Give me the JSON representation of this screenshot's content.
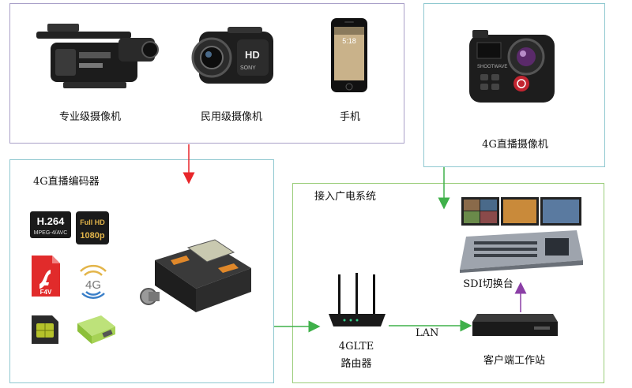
{
  "groups": {
    "cameras": {
      "professional": "专业级摄像机",
      "consumer": "民用级摄像机",
      "phone": "手机"
    },
    "camera_4g": {
      "label": "4G直播摄像机",
      "brand": "SHOOTWAVE"
    },
    "encoder": {
      "title": "4G直播编码器",
      "features": {
        "h264": "H.264",
        "h264_sub": "MPEG-4/AVC",
        "fullhd": "Full HD",
        "fullhd_sub": "1080p",
        "flash": "F4V",
        "signal": "4G"
      }
    },
    "broadcast": {
      "title": "接入广电系统",
      "switcher": "SDI切换台",
      "router_line1": "4GLTE",
      "router_line2": "路由器",
      "lan": "LAN",
      "workstation": "客户端工作站"
    }
  },
  "phone_time": "5:18",
  "camera_hd_badge": "HD",
  "camera_brand": "SONY",
  "colors": {
    "purple_border": "#a9a0c8",
    "teal_border": "#8fc8d0",
    "green_border": "#9acd7a",
    "arrow_red": "#e8262a",
    "arrow_green": "#3fb04a",
    "arrow_purple": "#8b3fa6"
  }
}
